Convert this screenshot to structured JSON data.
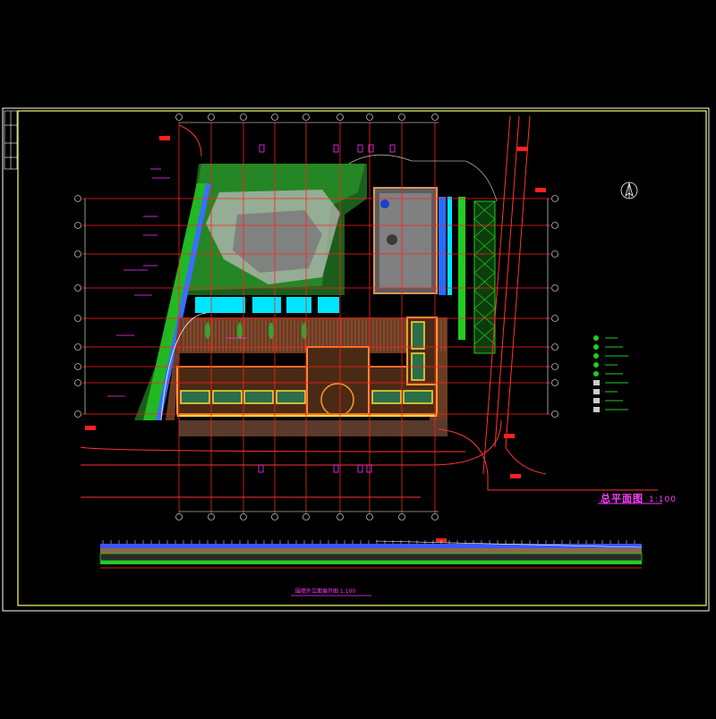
{
  "drawing": {
    "main_title": "总平面图",
    "main_scale": "1:100",
    "section_title": "围墙外立面展开图 1:100"
  },
  "colors": {
    "background": "#000000",
    "frame": "#ffff66",
    "grid": "#ff2020",
    "vegetation": "#22cc22",
    "water": "#00e5ff",
    "deck": "#8a4a2a",
    "building": "#ff9933",
    "label": "#ff33ff",
    "road": "#ff3333"
  }
}
